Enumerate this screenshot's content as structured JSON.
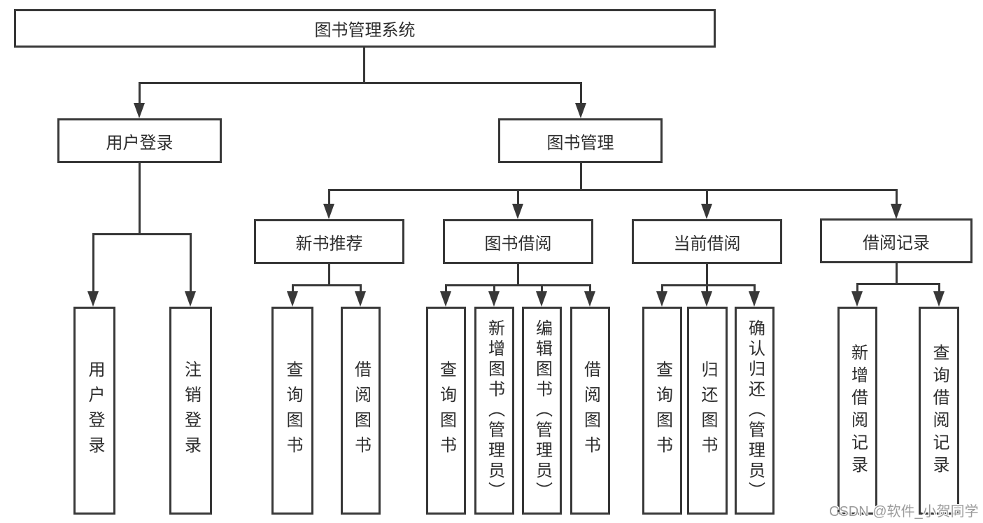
{
  "diagram": {
    "root": {
      "label": "图书管理系统"
    },
    "branches": [
      {
        "label": "用户登录",
        "children": [
          {
            "label": "用户登录"
          },
          {
            "label": "注销登录"
          }
        ]
      },
      {
        "label": "图书管理",
        "children": [
          {
            "label": "新书推荐",
            "children": [
              {
                "label": "查询图书"
              },
              {
                "label": "借阅图书"
              }
            ]
          },
          {
            "label": "图书借阅",
            "children": [
              {
                "label": "查询图书"
              },
              {
                "label": "新增图书（管理员）"
              },
              {
                "label": "编辑图书（管理员）"
              },
              {
                "label": "借阅图书"
              }
            ]
          },
          {
            "label": "当前借阅",
            "children": [
              {
                "label": "查询图书"
              },
              {
                "label": "归还图书"
              },
              {
                "label": "确认归还（管理员）"
              }
            ]
          },
          {
            "label": "借阅记录",
            "children": [
              {
                "label": "新增借阅记录"
              },
              {
                "label": "查询借阅记录"
              }
            ]
          }
        ]
      }
    ],
    "colors": {
      "line": "#383838",
      "text": "#2d2d2d",
      "background": "#ffffff",
      "watermark": "#9b9b9b"
    },
    "watermark": {
      "text": "CSDN @软件_小贺同学"
    }
  }
}
